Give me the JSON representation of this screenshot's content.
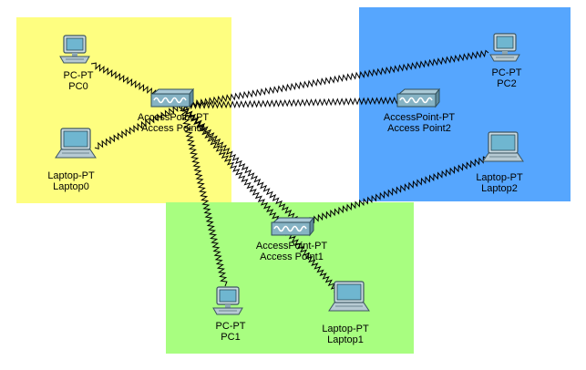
{
  "devices": {
    "pc0": {
      "model": "PC-PT",
      "name": "PC0",
      "icon": "pc-icon"
    },
    "pc1": {
      "model": "PC-PT",
      "name": "PC1",
      "icon": "pc-icon"
    },
    "pc2": {
      "model": "PC-PT",
      "name": "PC2",
      "icon": "pc-icon"
    },
    "laptop0": {
      "model": "Laptop-PT",
      "name": "Laptop0",
      "icon": "laptop-icon"
    },
    "laptop1": {
      "model": "Laptop-PT",
      "name": "Laptop1",
      "icon": "laptop-icon"
    },
    "laptop2": {
      "model": "Laptop-PT",
      "name": "Laptop2",
      "icon": "laptop-icon"
    },
    "ap0": {
      "model": "AccessPoint-PT",
      "name": "Access Point0",
      "icon": "access-point-icon"
    },
    "ap1": {
      "model": "AccessPoint-PT",
      "name": "Access Point1",
      "icon": "access-point-icon"
    },
    "ap2": {
      "model": "AccessPoint-PT",
      "name": "Access Point2",
      "icon": "access-point-icon"
    }
  },
  "wireless_links": [
    [
      "ap0",
      "pc0"
    ],
    [
      "ap0",
      "laptop0"
    ],
    [
      "ap0",
      "pc2"
    ],
    [
      "ap0",
      "ap2"
    ],
    [
      "ap0",
      "pc1"
    ],
    [
      "ap0",
      "laptop1"
    ],
    [
      "ap0",
      "ap1"
    ],
    [
      "ap1",
      "laptop2"
    ]
  ],
  "colors": {
    "zone_yellow": "#fefe80",
    "zone_blue": "#56a6fe",
    "zone_green": "#a8fe80",
    "link": "#000000"
  }
}
